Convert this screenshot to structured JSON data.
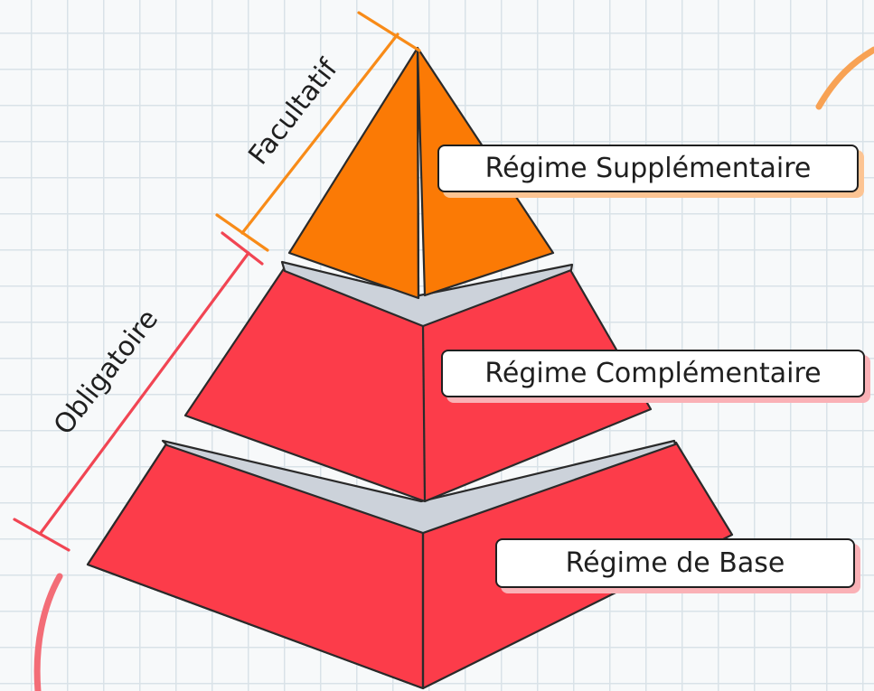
{
  "tiers": {
    "top": "Régime Supplémentaire",
    "middle": "Régime Complémentaire",
    "bottom": "Régime de Base"
  },
  "brackets": {
    "optional": "Facultatif",
    "mandatory": "Obligatoire"
  },
  "colors": {
    "top_tier": "#fb7a05",
    "lower_tiers": "#fc3c4a",
    "optional_bracket": "#f88b18",
    "mandatory_bracket": "#f14553",
    "separator": "#ccd2da",
    "label_shadow_orange": "#fcc493",
    "label_shadow_red": "#fab1b6"
  }
}
